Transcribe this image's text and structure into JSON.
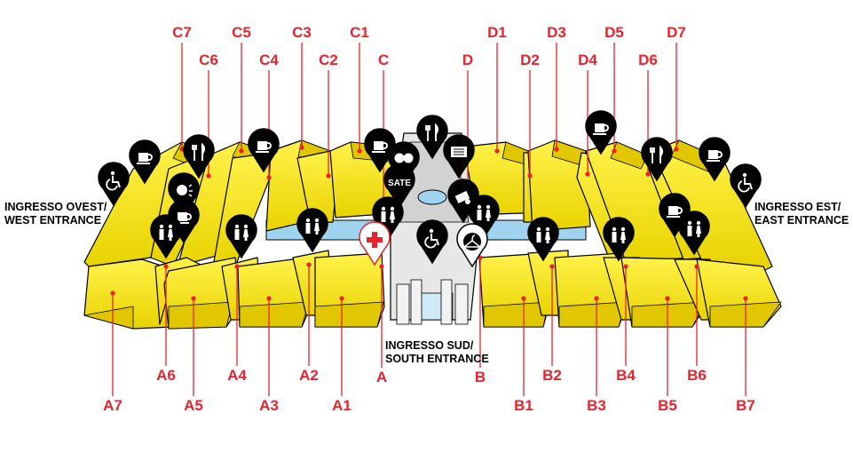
{
  "colors": {
    "hall_fill": "#f7e81e",
    "hall_dark": "#e0c700",
    "hall_outline": "#000000",
    "label_red": "#e8232e",
    "pin_black": "#000000",
    "water": "#9fd3f0",
    "central_building": "#e7e7e7",
    "first_aid_red": "#e8232e"
  },
  "entrances": {
    "west": [
      "INGRESSO OVEST/",
      "WEST ENTRANCE"
    ],
    "east": [
      "INGRESSO EST/",
      "EAST ENTRANCE"
    ],
    "south": [
      "INGRESSO SUD/",
      "SOUTH ENTRANCE"
    ]
  },
  "halls": {
    "top": [
      "C7",
      "C6",
      "C5",
      "C4",
      "C3",
      "C2",
      "C1",
      "C",
      "D",
      "D1",
      "D2",
      "D3",
      "D4",
      "D5",
      "D6",
      "D7"
    ],
    "bottom": [
      "A7",
      "A6",
      "A5",
      "A4",
      "A3",
      "A2",
      "A1",
      "A",
      "B",
      "B1",
      "B2",
      "B3",
      "B4",
      "B5",
      "B6",
      "B7"
    ]
  },
  "pins": [
    {
      "icon": "coffee-icon"
    },
    {
      "icon": "restaurant-icon"
    },
    {
      "icon": "coffee-icon"
    },
    {
      "icon": "wheelchair-icon"
    },
    {
      "icon": "info-point-icon"
    },
    {
      "icon": "coffee-icon"
    },
    {
      "icon": "toilets-icon"
    },
    {
      "icon": "toilets-icon"
    },
    {
      "icon": "toilets-icon"
    },
    {
      "icon": "coffee-icon"
    },
    {
      "icon": "meeting-icon"
    },
    {
      "icon": "restaurant-icon"
    },
    {
      "icon": "sate-label",
      "text": "SATE"
    },
    {
      "icon": "toilets-icon"
    },
    {
      "icon": "first-aid-icon"
    },
    {
      "icon": "wheelchair-icon"
    },
    {
      "icon": "ticket-office-icon"
    },
    {
      "icon": "atm-icon"
    },
    {
      "icon": "toilets-icon"
    },
    {
      "icon": "cloakroom-icon"
    },
    {
      "icon": "toilets-icon"
    },
    {
      "icon": "toilets-icon"
    },
    {
      "icon": "coffee-icon"
    },
    {
      "icon": "restaurant-icon"
    },
    {
      "icon": "coffee-icon"
    },
    {
      "icon": "wheelchair-icon"
    },
    {
      "icon": "coffee-icon"
    },
    {
      "icon": "toilets-icon"
    }
  ]
}
